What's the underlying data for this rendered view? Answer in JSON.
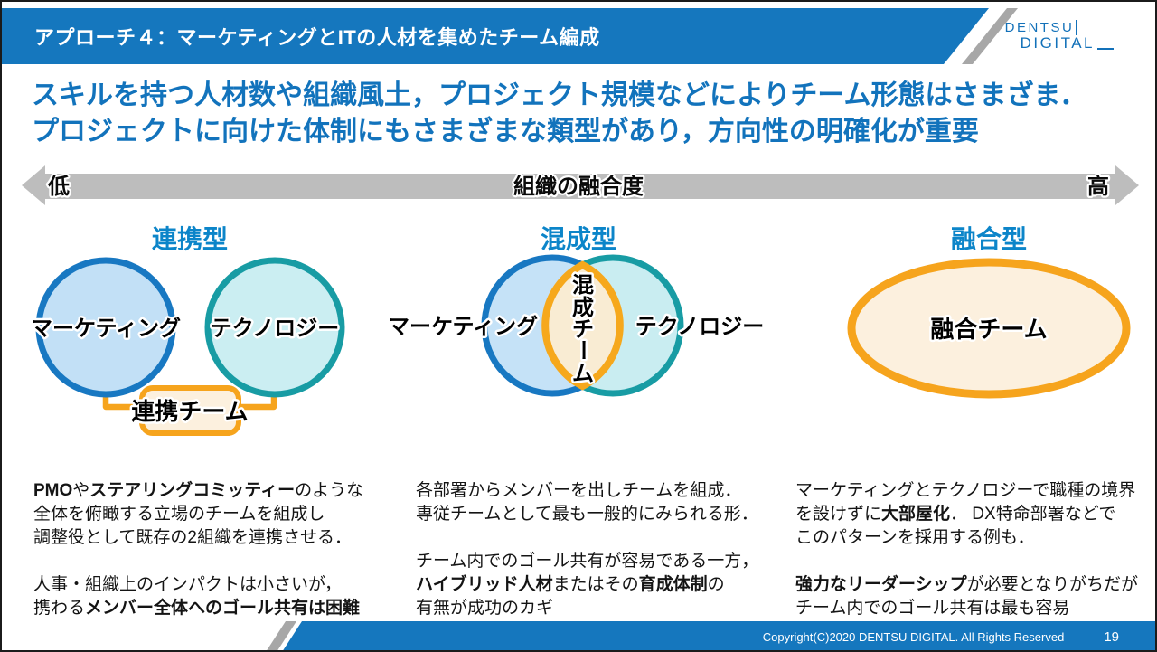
{
  "header": {
    "title": "アプローチ４：マーケティングとITの人材を集めたチーム編成"
  },
  "logo": {
    "line1": "DENTSU",
    "line2": "DIGITAL"
  },
  "headline": {
    "line1": "スキルを持つ人材数や組織風土，プロジェクト規模などによりチーム形態はさまざま．",
    "line2": "プロジェクトに向けた体制にもさまざまな類型があり，方向性の明確化が重要"
  },
  "axis": {
    "left_label": "低",
    "center_label": "組織の融合度",
    "right_label": "高"
  },
  "diagram": {
    "renkei": {
      "title": "連携型",
      "left_circle": "マーケティング",
      "right_circle": "テクノロジー",
      "team_box": "連携チーム"
    },
    "konsei": {
      "title": "混成型",
      "left_circle": "マーケティング",
      "right_circle": "テクノロジー",
      "overlap_label": "混成チーム",
      "overlap_chars": [
        "混",
        "成",
        "チ",
        "ー",
        "ム"
      ]
    },
    "yugo": {
      "title": "融合型",
      "ellipse_label": "融合チーム"
    }
  },
  "descriptions": {
    "renkei": [
      [
        {
          "t": "PMO",
          "b": true
        },
        {
          "t": "や"
        },
        {
          "t": "ステアリングコミッティー",
          "b": true
        },
        {
          "t": "のような"
        }
      ],
      [
        {
          "t": "全体を俯瞰する立場のチームを組成し"
        }
      ],
      [
        {
          "t": "調整役として既存の2組織を連携させる．"
        }
      ],
      [],
      [
        {
          "t": "人事・組織上のインパクトは小さいが，"
        }
      ],
      [
        {
          "t": "携わる"
        },
        {
          "t": "メンバー全体へのゴール共有は困難",
          "b": true
        }
      ]
    ],
    "konsei": [
      [
        {
          "t": "各部署からメンバーを出しチームを組成．"
        }
      ],
      [
        {
          "t": "専従チームとして最も一般的にみられる形．"
        }
      ],
      [],
      [
        {
          "t": "チーム内でのゴール共有が容易である一方，"
        }
      ],
      [
        {
          "t": "ハイブリッド人材",
          "b": true
        },
        {
          "t": "またはその"
        },
        {
          "t": "育成体制",
          "b": true
        },
        {
          "t": "の"
        }
      ],
      [
        {
          "t": "有無が成功のカギ"
        }
      ]
    ],
    "yugo": [
      [
        {
          "t": "マーケティングとテクノロジーで職種の境界"
        }
      ],
      [
        {
          "t": "を設けずに"
        },
        {
          "t": "大部屋化",
          "b": true
        },
        {
          "t": "． DX特命部署などで"
        }
      ],
      [
        {
          "t": "このパターンを採用する例も．"
        }
      ],
      [],
      [
        {
          "t": "強力なリーダーシップ",
          "b": true
        },
        {
          "t": "が必要となりがちだが"
        }
      ],
      [
        {
          "t": "チーム内でのゴール共有は最も容易"
        }
      ]
    ]
  },
  "footer": {
    "copyright": "Copyright(C)2020 DENTSU DIGITAL. All Rights Reserved",
    "page": "19"
  },
  "colors": {
    "brand_blue": "#1577BE",
    "headline_blue": "#1273BC",
    "section_label_blue": "#0C85C9",
    "marketing_stroke": "#1878C2",
    "marketing_fill": "#C2E0F6",
    "technology_stroke": "#189CA4",
    "technology_fill": "#CBEEF2",
    "orange_stroke": "#F6A41D",
    "orange_fill_light": "#FCF0DE",
    "orange_fill_lens": "#F9ECD3",
    "arrow_gray": "#BDBDBD"
  }
}
